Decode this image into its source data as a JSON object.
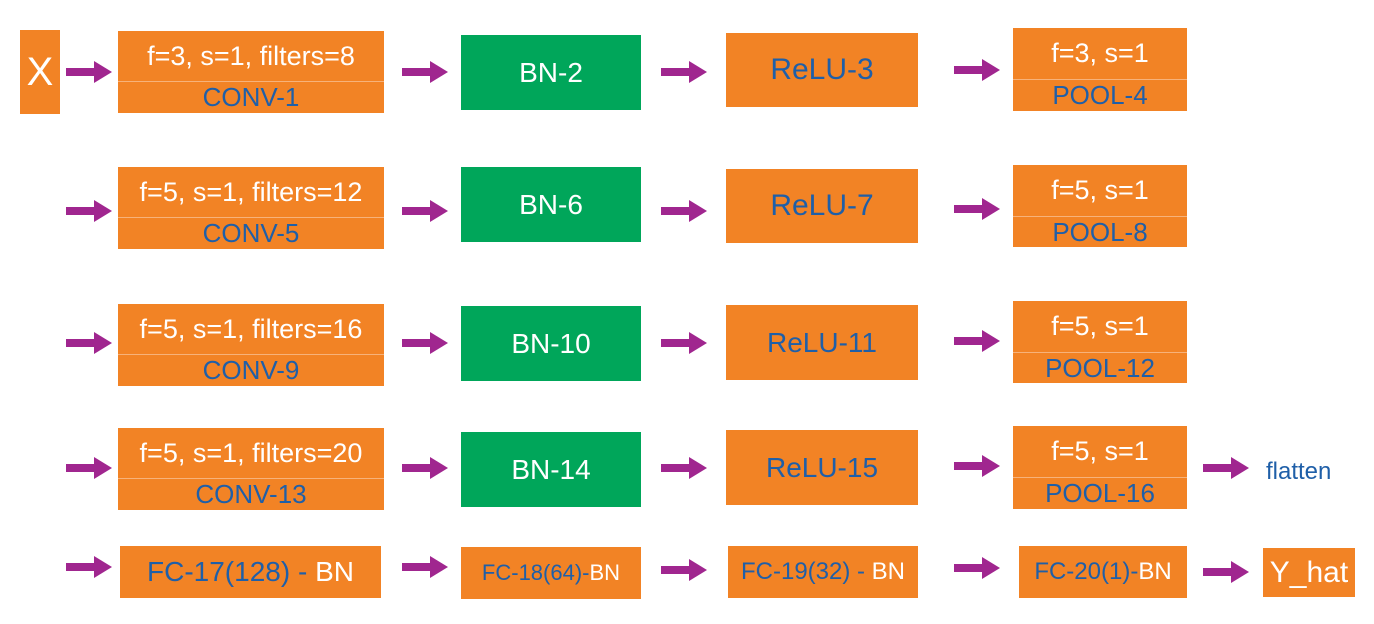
{
  "input": "X",
  "output": "Y_hat",
  "flatten_label": "flatten",
  "rows": [
    {
      "conv": {
        "params": "f=3, s=1, filters=8",
        "name": "CONV-1"
      },
      "bn": "BN-2",
      "relu": "ReLU-3",
      "pool": {
        "params": "f=3, s=1",
        "name": "POOL-4"
      }
    },
    {
      "conv": {
        "params": "f=5, s=1, filters=12",
        "name": "CONV-5"
      },
      "bn": "BN-6",
      "relu": "ReLU-7",
      "pool": {
        "params": "f=5, s=1",
        "name": "POOL-8"
      }
    },
    {
      "conv": {
        "params": "f=5, s=1, filters=16",
        "name": "CONV-9"
      },
      "bn": "BN-10",
      "relu": "ReLU-11",
      "pool": {
        "params": "f=5, s=1",
        "name": "POOL-12"
      }
    },
    {
      "conv": {
        "params": "f=5, s=1, filters=20",
        "name": "CONV-13"
      },
      "bn": "BN-14",
      "relu": "ReLU-15",
      "pool": {
        "params": "f=5, s=1",
        "name": "POOL-16"
      }
    }
  ],
  "fc": [
    {
      "name": "FC-17(128) - ",
      "bn": "BN"
    },
    {
      "name": "FC-18(64)-",
      "bn": "BN"
    },
    {
      "name": "FC-19(32) - ",
      "bn": "BN"
    },
    {
      "name": "FC-20(1)-",
      "bn": "BN"
    }
  ],
  "colors": {
    "layer_orange": "#F28325",
    "bn_green": "#00A65A",
    "arrow_purple": "#A0268F",
    "text_blue": "#1F5FA8",
    "text_white": "#FFFFFF"
  }
}
